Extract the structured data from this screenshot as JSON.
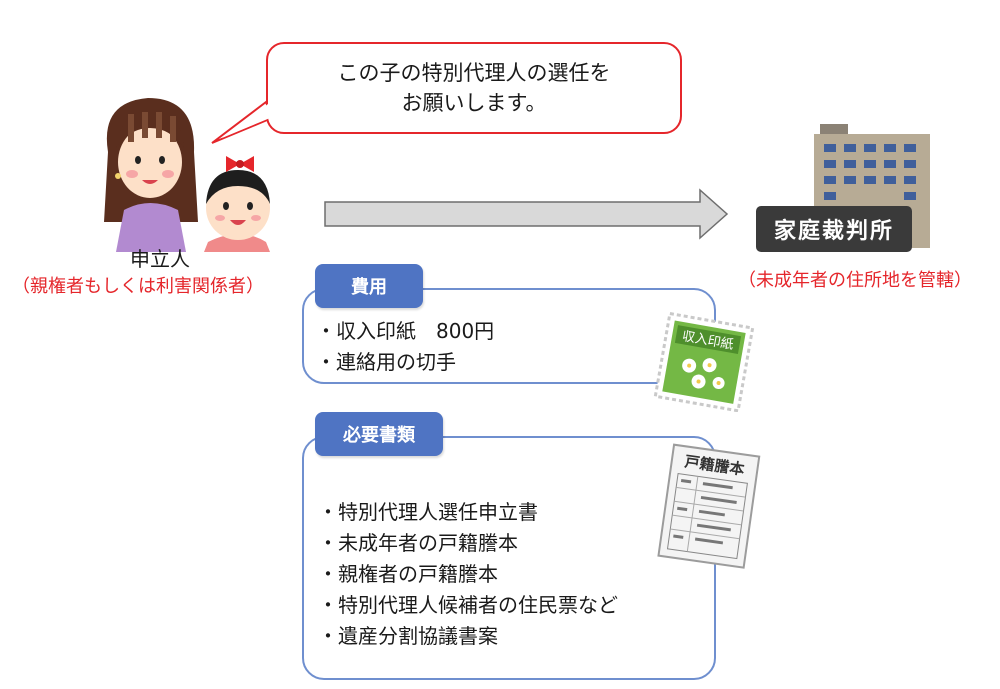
{
  "speech": {
    "line1": "この子の特別代理人の選任を",
    "line2": "お願いします。"
  },
  "applicant": {
    "label": "申立人",
    "note": "（親権者もしくは利害関係者）"
  },
  "court": {
    "sign": "家庭裁判所",
    "note": "（未成年者の住所地を管轄）"
  },
  "fees": {
    "tag": "費用",
    "items": [
      "・収入印紙　800円",
      "・連絡用の切手"
    ],
    "stamp_text": "収入印紙"
  },
  "docs": {
    "tag": "必要書類",
    "items": [
      "・特別代理人選任申立書",
      "・未成年者の戸籍謄本",
      "・親権者の戸籍謄本",
      "・特別代理人候補者の住民票など",
      "・遺産分割協議書案"
    ],
    "paper_title": "戸籍謄本"
  },
  "colors": {
    "accent_red": "#e5262b",
    "tag_blue": "#4f74c3",
    "box_border": "#6f8fcf",
    "arrow_gray": "#d9d9d9"
  }
}
